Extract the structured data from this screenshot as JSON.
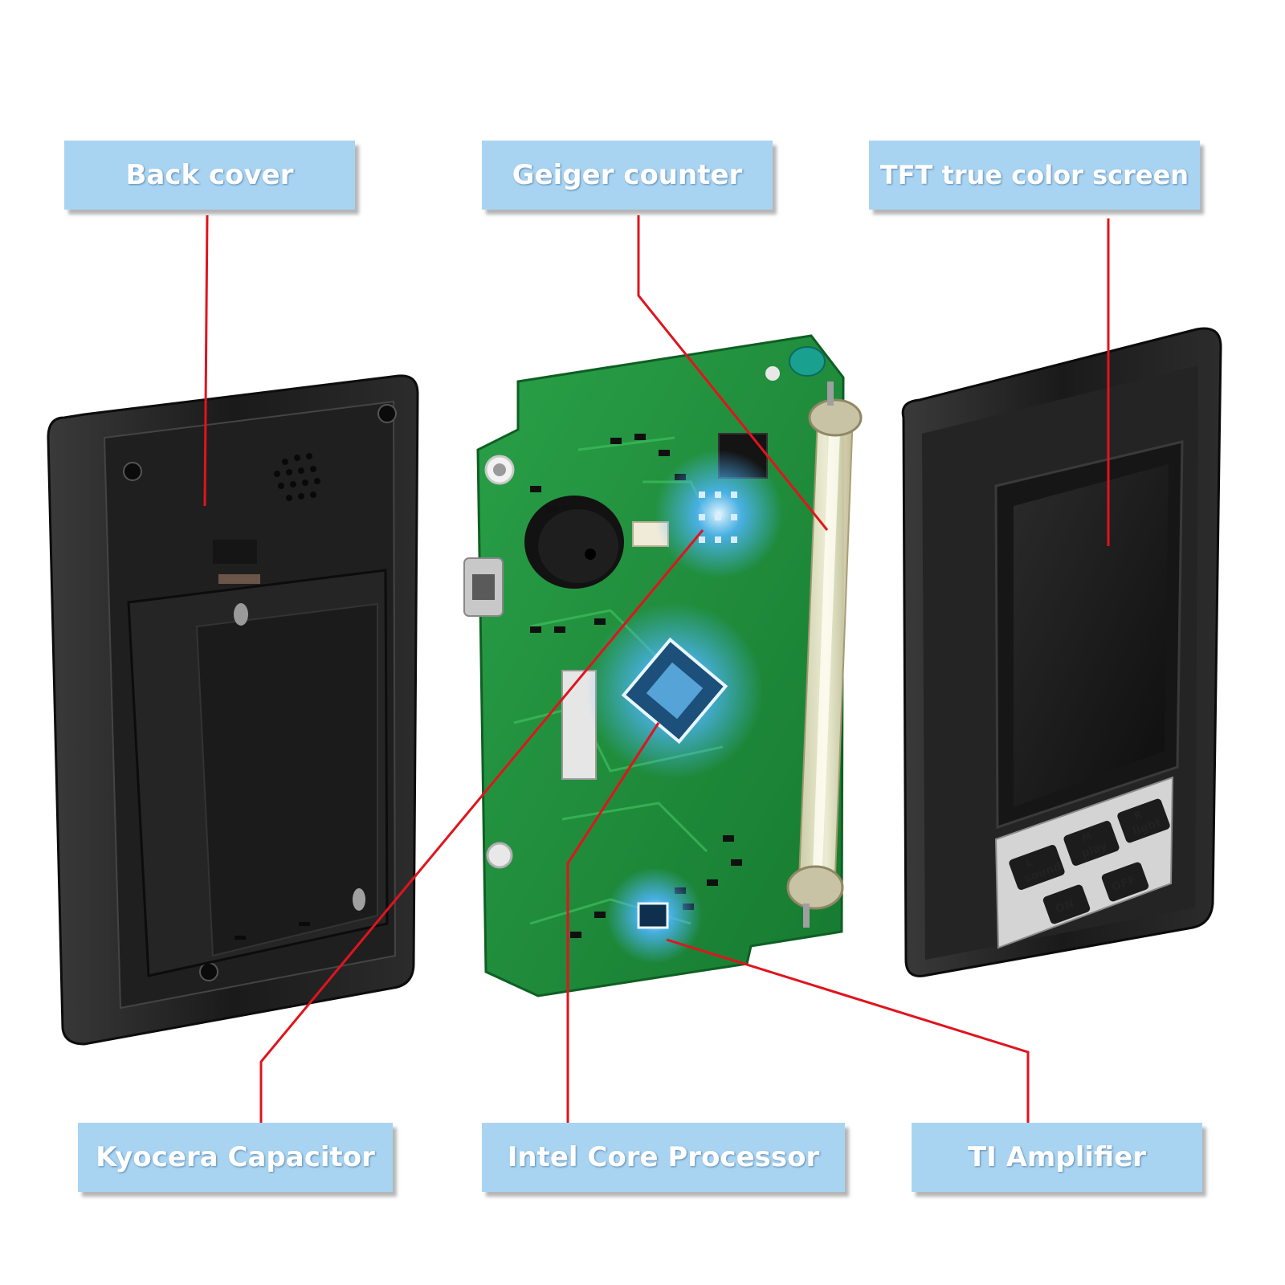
{
  "callouts": {
    "back_cover": "Back cover",
    "geiger_counter": "Geiger counter",
    "tft_screen": "TFT true color screen",
    "kyocera_capacitor": "Kyocera Capacitor",
    "intel_processor": "Intel Core Processor",
    "ti_amplifier": "TI Amplifier"
  },
  "device_buttons": {
    "sound": "sound",
    "sound_key": "L",
    "play": "play",
    "play_key": "M",
    "light": "light",
    "light_key": "R",
    "on": "ON",
    "off": "OFF"
  },
  "colors": {
    "callout_bg": "#a8d4f2",
    "leader_line": "#e0141e",
    "pcb_green": "#1f8f3a",
    "device_body": "#1c1c1c",
    "glow": "#4fb6ff"
  }
}
